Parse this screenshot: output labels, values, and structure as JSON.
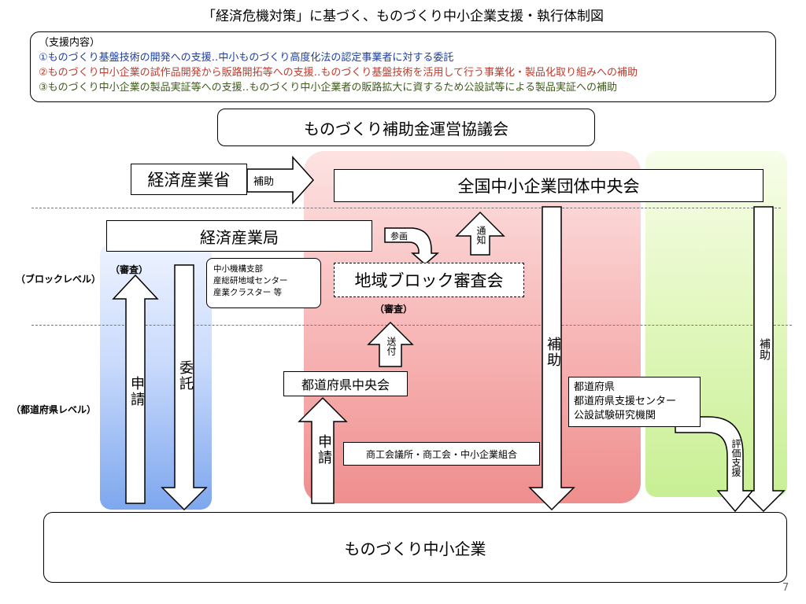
{
  "title": "「経済危機対策」に基づく、ものづくり中小企業支援・執行体制図",
  "support": {
    "header": "（支援内容）",
    "line1": "①ものづくり基盤技術の開発への支援‥中小ものづくり高度化法の認定事業者に対する委託",
    "line2": "②ものづくり中小企業の試作品開発から販路開拓等への支援‥ものづくり基盤技術を活用して行う事業化・製品化取り組みへの補助",
    "line3": "③ものづくり中小企業の製品実証等への支援‥ものづくり中小企業者の販路拡大に資するため公設試等による製品実証への補助"
  },
  "council": "ものづくり補助金運営協議会",
  "meti": "経済産業省",
  "hojo_arrow": "補助",
  "central": "全国中小企業団体中央会",
  "bureau": "経済産業局",
  "sankaku": "参画",
  "tsuchi": "通知",
  "regional": "地域ブロック審査会",
  "agencies": [
    "中小機構支部",
    "産総研地域センター",
    "産業クラスター 等"
  ],
  "shinsa_left": "（審査）",
  "shinsa_mid": "（審査）",
  "block_level": "（ブロックレベル）",
  "pref_level": "（都道府県レベル）",
  "shinsei": "申請",
  "itaku": "委託",
  "soufu": "送付",
  "prefcentral": "都道府県中央会",
  "shinsei2": "申請",
  "assoc": "商工会議所・商工会・中小企業組合",
  "hojo_vertical": "補助",
  "prefgroup": [
    "都道府県",
    "都道府県支援センター",
    "公設試験研究機関"
  ],
  "hyouka": "評価支援",
  "hojo_right": "補助",
  "smefirms": "ものづくり中小企業",
  "page": "7"
}
